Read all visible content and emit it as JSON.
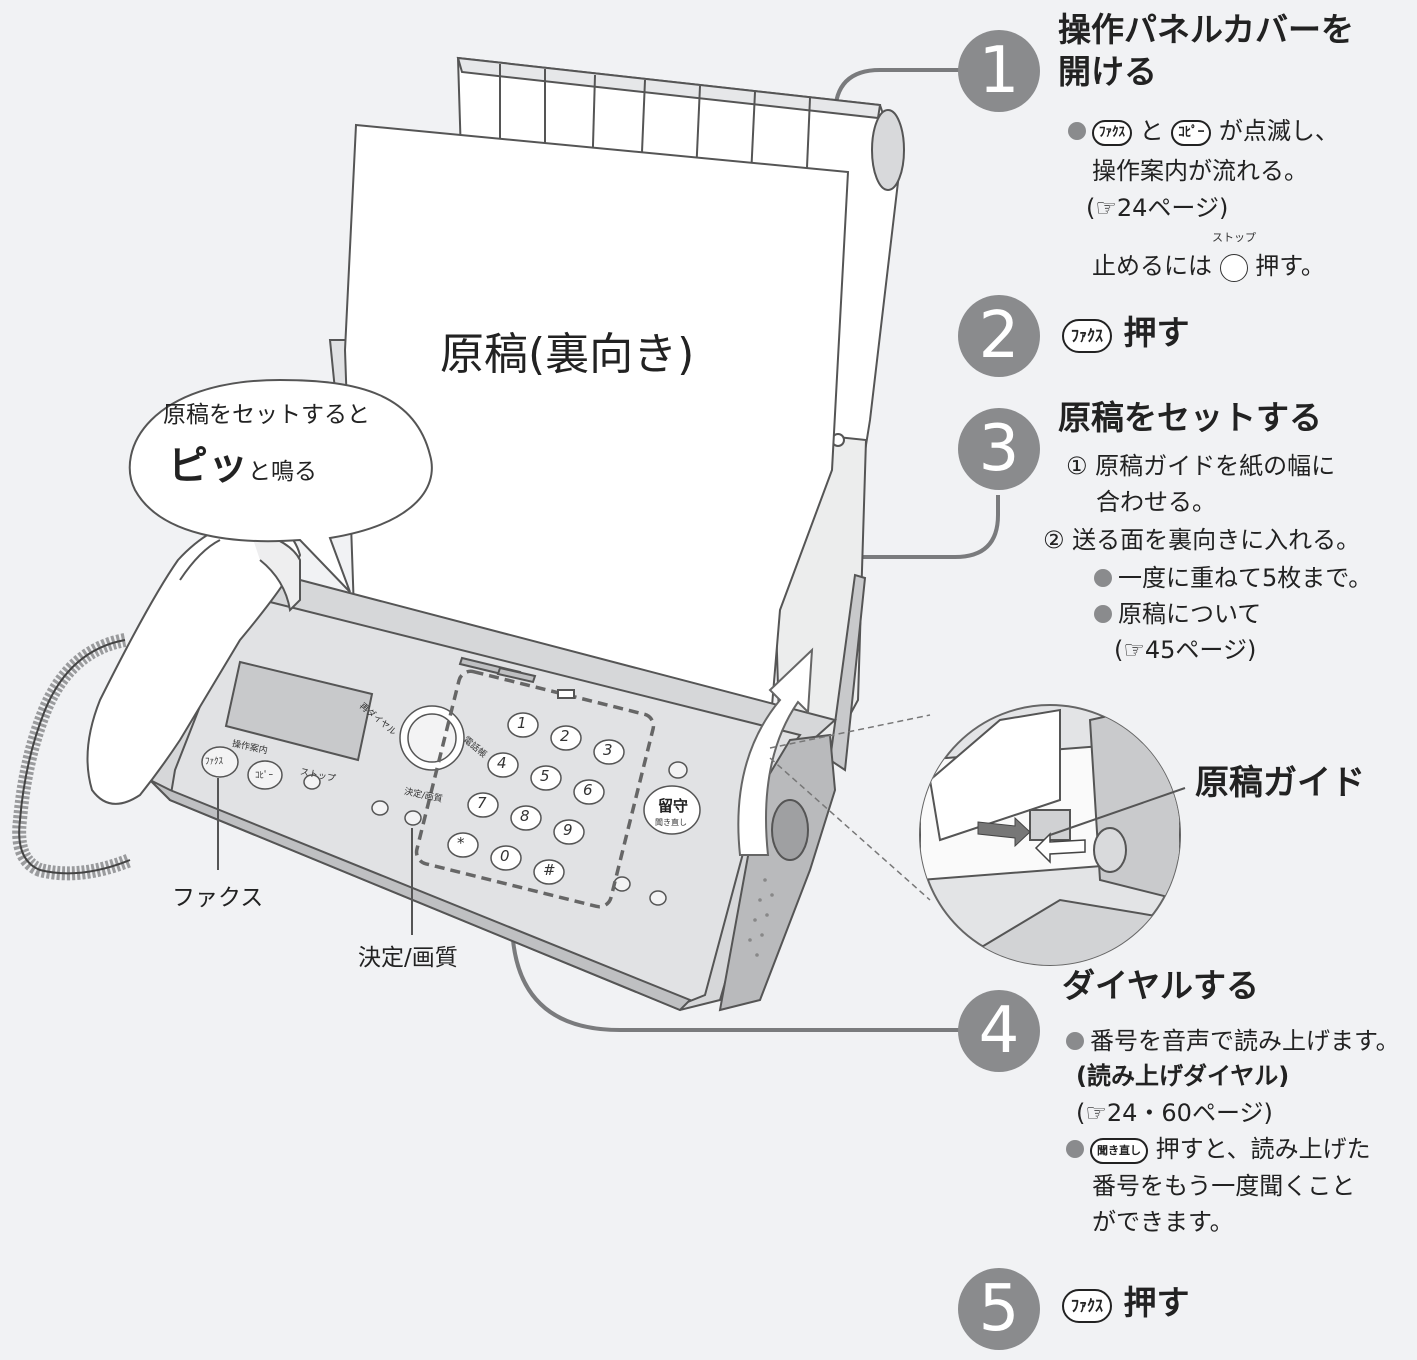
{
  "steps": [
    {
      "num": "1",
      "title_line1": "操作パネルカバーを",
      "title_line2": "開ける",
      "note_part1": "と",
      "note_part2": "が点滅し、",
      "note_line2": "操作案内が流れる。",
      "note_line3": "(☞24ページ)",
      "note_line4_prefix": "止めるには",
      "note_line4_suffix": "押す。",
      "stop_label": "ストップ"
    },
    {
      "num": "2",
      "title": "押す"
    },
    {
      "num": "3",
      "title": "原稿をセットする",
      "items": [
        "① 原稿ガイドを紙の幅に",
        "合わせる。",
        "② 送る面を裏向きに入れる。"
      ],
      "bullets": [
        "一度に重ねて5枚まで。",
        "原稿について"
      ],
      "ref": "(☞45ページ)"
    },
    {
      "num": "4",
      "title": "ダイヤルする",
      "bullet1": "番号を音声で読み上げます。",
      "bullet1_bold": "(読み上げダイヤル)",
      "bullet1_ref": "(☞24・60ページ)",
      "bullet2_suffix": "押すと、読み上げた",
      "bullet2_line2": "番号をもう一度聞くこと",
      "bullet2_line3": "ができます。"
    },
    {
      "num": "5",
      "title": "押す"
    }
  ],
  "buttons": {
    "fax": "ﾌｧｸｽ",
    "copy": "ｺﾋﾟｰ",
    "kikinaoshi": "聞き直し"
  },
  "paper_label": "原稿(裏向き)",
  "bubble": {
    "line1": "原稿をセットすると",
    "big": "ピッ",
    "line2_suffix": "と鳴る"
  },
  "labels": {
    "fax": "ファクス",
    "kettei": "決定/画質",
    "guide": "原稿ガイド"
  },
  "panel": {
    "sousa_annai": "操作案内",
    "stop": "ストップ",
    "saidial": "再ダイヤル",
    "denwacho": "電話帳",
    "kettei_small": "決定/画質",
    "rusu": "留守",
    "kikinaoshi": "聞き直し",
    "keys": [
      "1",
      "2",
      "3",
      "4",
      "5",
      "6",
      "7",
      "8",
      "9",
      "*",
      "0",
      "#"
    ]
  },
  "colors": {
    "background": "#f1f2f4",
    "step_circle": "#8a8b8d",
    "line": "#7a7b7d"
  }
}
